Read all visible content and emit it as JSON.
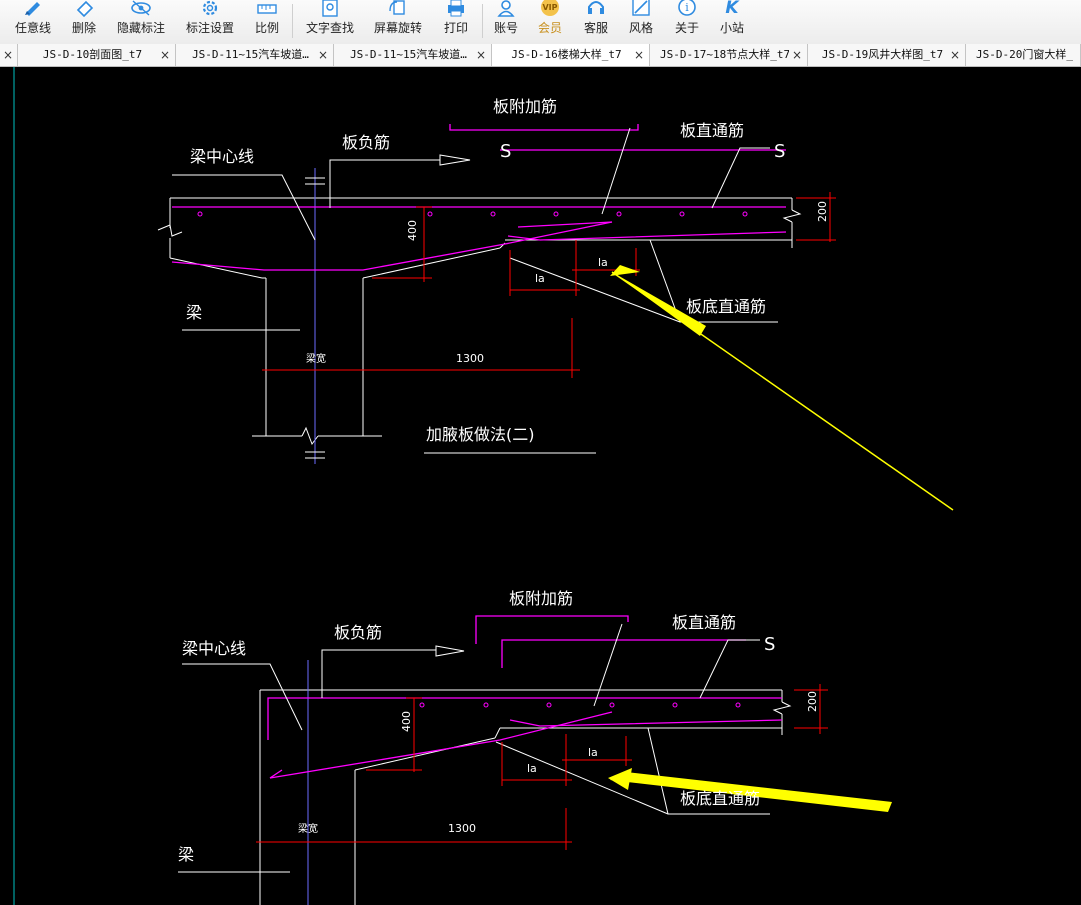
{
  "toolbar": {
    "buttons": [
      {
        "label": "任意线",
        "icon": "pen-icon"
      },
      {
        "label": "删除",
        "icon": "eraser-icon"
      },
      {
        "label": "隐藏标注",
        "icon": "eye-icon"
      },
      {
        "label": "标注设置",
        "icon": "gear-icon"
      },
      {
        "label": "比例",
        "icon": "ruler-icon"
      },
      {
        "label": "文字查找",
        "icon": "text-search-icon"
      },
      {
        "label": "屏幕旋转",
        "icon": "rotate-icon"
      },
      {
        "label": "打印",
        "icon": "printer-icon"
      },
      {
        "label": "账号",
        "icon": "user-icon"
      },
      {
        "label": "会员",
        "icon": "vip-icon",
        "badge": "VIP"
      },
      {
        "label": "客服",
        "icon": "headset-icon"
      },
      {
        "label": "风格",
        "icon": "style-icon"
      },
      {
        "label": "关于",
        "icon": "info-icon",
        "glyph": "i"
      },
      {
        "label": "小站",
        "icon": "k-logo-icon",
        "glyph": "K"
      }
    ]
  },
  "tabs": {
    "close_glyph": "×",
    "items": [
      {
        "label": "JS-D-10剖面图_t7",
        "active": false
      },
      {
        "label": "JS-D-11~15汽车坡道…",
        "active": false
      },
      {
        "label": "JS-D-11~15汽车坡道…",
        "active": false
      },
      {
        "label": "JS-D-16楼梯大样_t7",
        "active": true
      },
      {
        "label": "JS-D-17~18节点大样_t7",
        "active": false
      },
      {
        "label": "JS-D-19风井大样图_t7",
        "active": false
      },
      {
        "label": "JS-D-20门窗大样_",
        "active": false
      }
    ]
  },
  "drawing": {
    "colors": {
      "background": "#000000",
      "lines": "#ffffff",
      "rebar": "#ff00ff",
      "dimension": "#ff0000",
      "arrow": "#ffff00",
      "centerline": "#6b6bff",
      "frame": "#00c0c0"
    },
    "detail1": {
      "label_add_bar": "板附加筋",
      "label_beam_centerline": "梁中心线",
      "label_neg_bar": "板负筋",
      "label_top_through": "板直通筋",
      "label_bottom_through": "板底直通筋",
      "label_beam": "梁",
      "label_title": "加腋板做法(二)",
      "dim_400": "400",
      "dim_200": "200",
      "dim_la_1": "la",
      "dim_la_2": "la",
      "dim_beam_width": "梁宽",
      "dim_1300": "1300",
      "hook_s_1": "S",
      "hook_s_2": "S"
    },
    "detail2": {
      "label_add_bar": "板附加筋",
      "label_beam_centerline": "梁中心线",
      "label_neg_bar": "板负筋",
      "label_top_through": "板直通筋",
      "label_bottom_through": "板底直通筋",
      "label_beam": "梁",
      "dim_400": "400",
      "dim_200": "200",
      "dim_la_1": "la",
      "dim_la_2": "la",
      "dim_beam_width": "梁宽",
      "dim_1300": "1300",
      "hook_s": "S"
    }
  }
}
